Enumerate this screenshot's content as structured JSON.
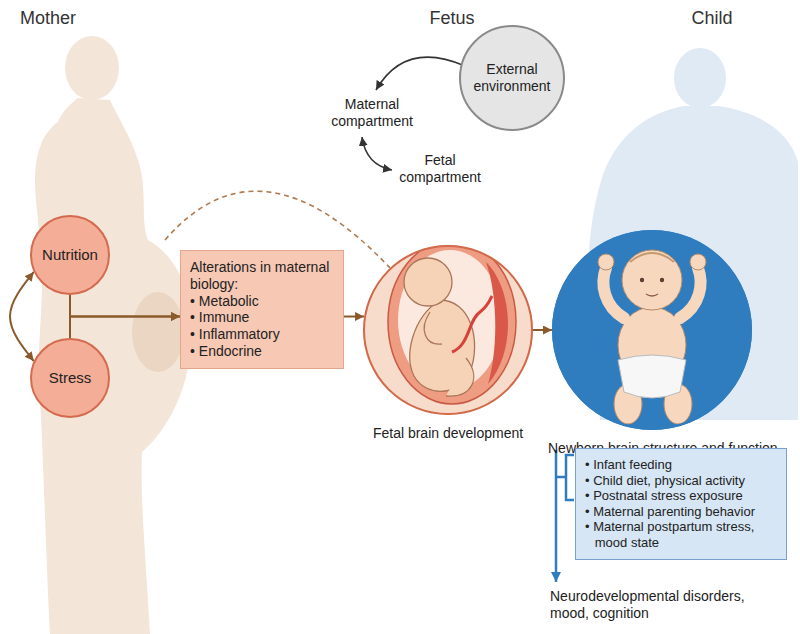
{
  "diagram": {
    "nodes": [
      {
        "text": [
          "External environment"
        ]
      },
      {
        "text": [
          "Nutrition"
        ]
      },
      {
        "text": [
          "Stress"
        ]
      },
      {
        "text": [
          "Alterations in maternal biology:",
          "• Metabolic",
          "• Immune",
          "• Inflammatory",
          "• Endocrine"
        ]
      },
      {
        "text": [
          "Fetal brain development"
        ]
      },
      {
        "text": [
          "Newborn brain structure and function"
        ]
      },
      {
        "text": [
          "• Infant feeding",
          "• Child diet, physical activity",
          "• Postnatal stress exposure",
          "• Maternal parenting behavior",
          "• Maternal postpartum stress, mood state"
        ]
      }
    ],
    "edges": [
      {
        "from": 1,
        "to": 2,
        "arrow": "both"
      },
      {
        "from": 1,
        "to": 3,
        "arrow": "to"
      },
      {
        "from": 2,
        "to": 3,
        "arrow": "to"
      },
      {
        "from": 3,
        "to": 4,
        "arrow": "to"
      },
      {
        "from": 4,
        "to": 5,
        "arrow": "to"
      }
    ],
    "labels": [
      "Mother",
      "Fetus",
      "Child",
      "Maternal compartment",
      "Fetal compartment",
      "Neurodevelopmental disorders, mood, cognition"
    ]
  }
}
